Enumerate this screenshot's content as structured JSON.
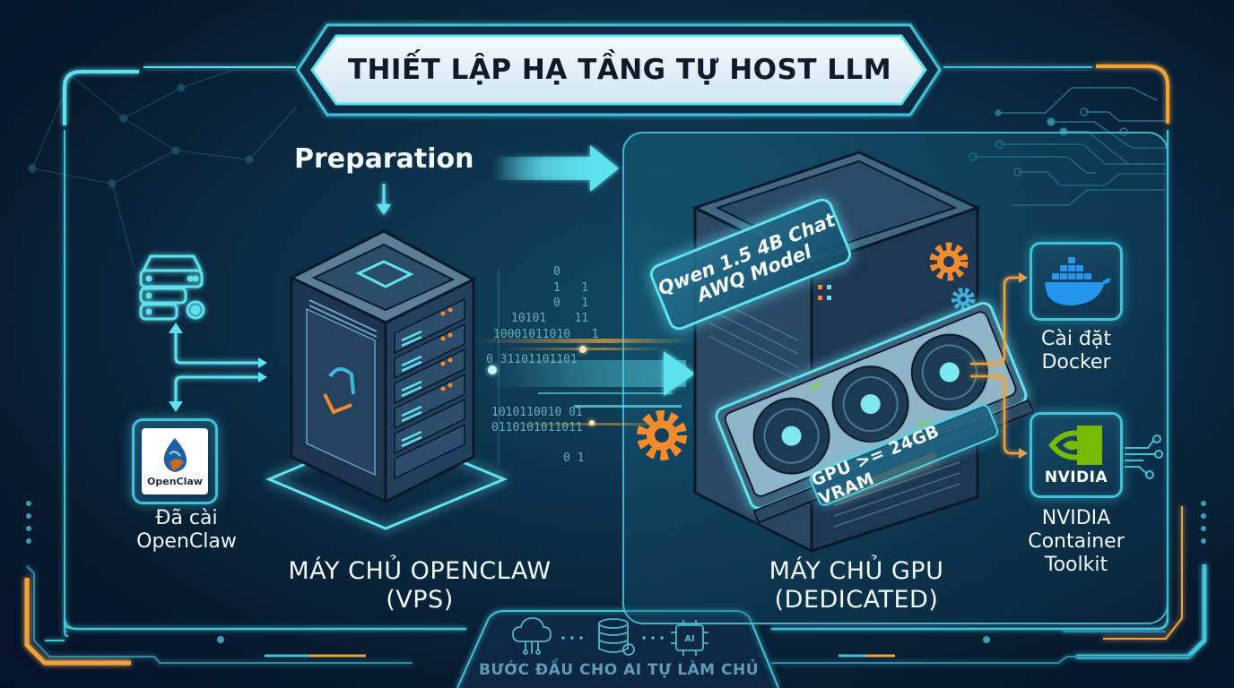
{
  "title": "THIẾT LẬP HẠ TẦNG TỰ HOST LLM",
  "flow": {
    "preparation_label": "Preparation"
  },
  "left_section": {
    "server_title": "MÁY CHỦ OPENCLAW",
    "server_subtitle": "(VPS)",
    "icons": [
      {
        "name": "server-settings-icon"
      },
      {
        "name": "openclaw-logo",
        "logo_text": "OpenClaw",
        "caption_line1": "Đã cài",
        "caption_line2": "OpenClaw"
      }
    ]
  },
  "data_stream": {
    "binary_lines": [
      "0",
      "1   1",
      "0   1",
      "10101    11",
      "10001011010   1",
      "0 31101101101",
      "1010110010 01",
      "0110101011011",
      "0 1"
    ]
  },
  "right_section": {
    "server_title": "MÁY CHỦ GPU",
    "server_subtitle": "(DEDICATED)",
    "model_bubble_line1": "Qwen 1.5 4B Chat",
    "model_bubble_line2": "AWQ Model",
    "gpu_tag": "GPU >= 24GB VRAM",
    "tools": [
      {
        "icon": "docker-whale-icon",
        "caption_line1": "Cài đặt",
        "caption_line2": "Docker"
      },
      {
        "icon": "nvidia-eye-icon",
        "logo_text": "NVIDIA",
        "caption_line1": "NVIDIA",
        "caption_line2": "Container",
        "caption_line3": "Toolkit"
      }
    ]
  },
  "footer": {
    "icons": [
      "cloud-circuit-icon",
      "database-gear-icon",
      "ai-chip-icon"
    ],
    "separator": "• • •",
    "caption": "BƯỚC ĐẦU CHO AI TỰ LÀM CHỦ"
  },
  "colors": {
    "background_dark": "#05132a",
    "background_mid": "#0c2f48",
    "accent_cyan": "#3fc3d8",
    "accent_glow": "#5fe2f0",
    "accent_orange": "#f0a23c",
    "gear_orange": "#f28a2e",
    "title_text": "#0f1a2c",
    "banner_fill": "#e4f1f6",
    "nvidia_green": "#76b900",
    "docker_blue": "#2496ed"
  }
}
